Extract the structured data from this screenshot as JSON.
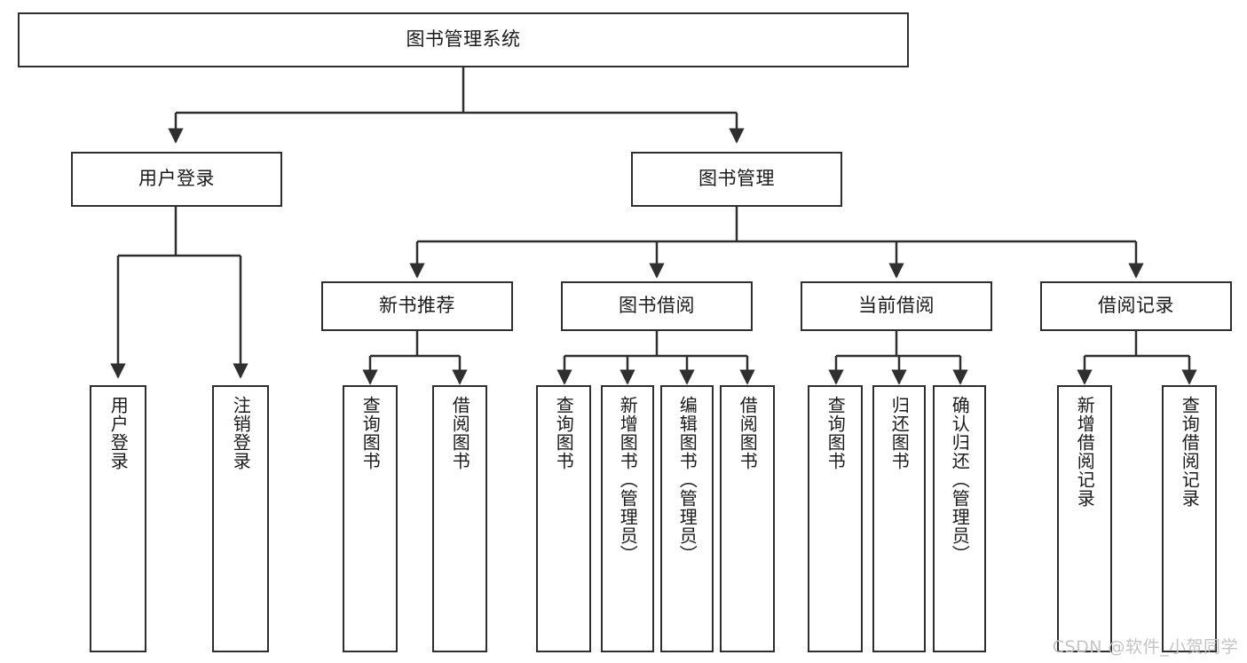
{
  "diagram": {
    "type": "tree-hierarchy-chart",
    "title_node": {
      "id": "root",
      "label": "图书管理系统"
    },
    "level2": [
      {
        "id": "login",
        "label": "用户登录"
      },
      {
        "id": "bookmgr",
        "label": "图书管理"
      }
    ],
    "level3": [
      {
        "id": "newbook",
        "label": "新书推荐",
        "parent": "bookmgr"
      },
      {
        "id": "borrow",
        "label": "图书借阅",
        "parent": "bookmgr"
      },
      {
        "id": "current",
        "label": "当前借阅",
        "parent": "bookmgr"
      },
      {
        "id": "record",
        "label": "借阅记录",
        "parent": "bookmgr"
      }
    ],
    "leaves": [
      {
        "id": "leaf-1",
        "label": "用户登录",
        "parent": "login"
      },
      {
        "id": "leaf-2",
        "label": "注销登录",
        "parent": "login"
      },
      {
        "id": "leaf-3",
        "label": "查询图书",
        "parent": "newbook"
      },
      {
        "id": "leaf-4",
        "label": "借阅图书",
        "parent": "newbook"
      },
      {
        "id": "leaf-5",
        "label": "查询图书",
        "parent": "borrow"
      },
      {
        "id": "leaf-6",
        "label": "新增图书（管理员）",
        "parent": "borrow"
      },
      {
        "id": "leaf-7",
        "label": "编辑图书（管理员）",
        "parent": "borrow"
      },
      {
        "id": "leaf-8",
        "label": "借阅图书",
        "parent": "borrow"
      },
      {
        "id": "leaf-9",
        "label": "查询图书",
        "parent": "current"
      },
      {
        "id": "leaf-10",
        "label": "归还图书",
        "parent": "current"
      },
      {
        "id": "leaf-11",
        "label": "确认归还（管理员）",
        "parent": "current"
      },
      {
        "id": "leaf-12",
        "label": "新增借阅记录",
        "parent": "record"
      },
      {
        "id": "leaf-13",
        "label": "查询借阅记录",
        "parent": "record"
      }
    ]
  },
  "watermark": {
    "text": "CSDN @软件_小贺同学"
  },
  "colors": {
    "border": "#2f2f2f",
    "text": "#1a1a1a",
    "background": "#ffffff",
    "edge": "#2f2f2f",
    "watermark": "#c4c4c4"
  }
}
